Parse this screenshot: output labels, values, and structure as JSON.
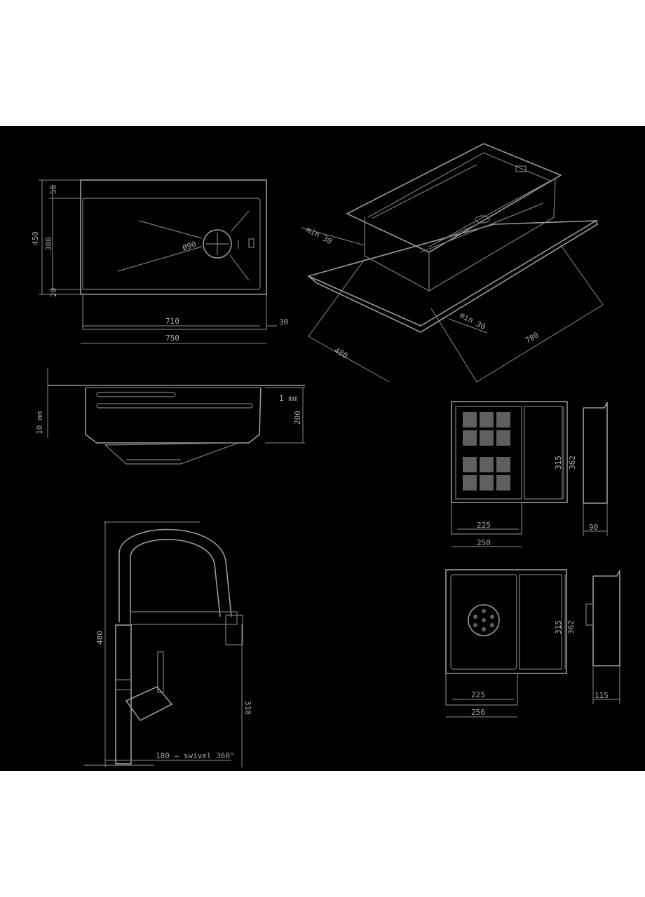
{
  "sink_top": {
    "height": "450",
    "inner_height": "380",
    "top_offset": "50",
    "bottom_offset": "20",
    "drain": "Ø90",
    "inner_width": "710",
    "width": "750",
    "side_offset": "30"
  },
  "iso_view": {
    "depth": "480",
    "length": "780",
    "margin_a": "min 30",
    "margin_b": "min 30"
  },
  "side_view": {
    "depth": "200",
    "rim": "1 mm",
    "mounting": "10 mm"
  },
  "faucet": {
    "height": "480",
    "spout": "310",
    "reach": "180 – swivel 360°"
  },
  "colander": {
    "inner_height": "315",
    "height": "362",
    "inner_width": "225",
    "width": "250",
    "depth": "90"
  },
  "tray": {
    "inner_height": "315",
    "height": "362",
    "inner_width": "225",
    "width": "250",
    "depth": "115"
  },
  "palette": {
    "panel": "#000000",
    "line": "#9a9a9a",
    "page": "#ffffff"
  }
}
